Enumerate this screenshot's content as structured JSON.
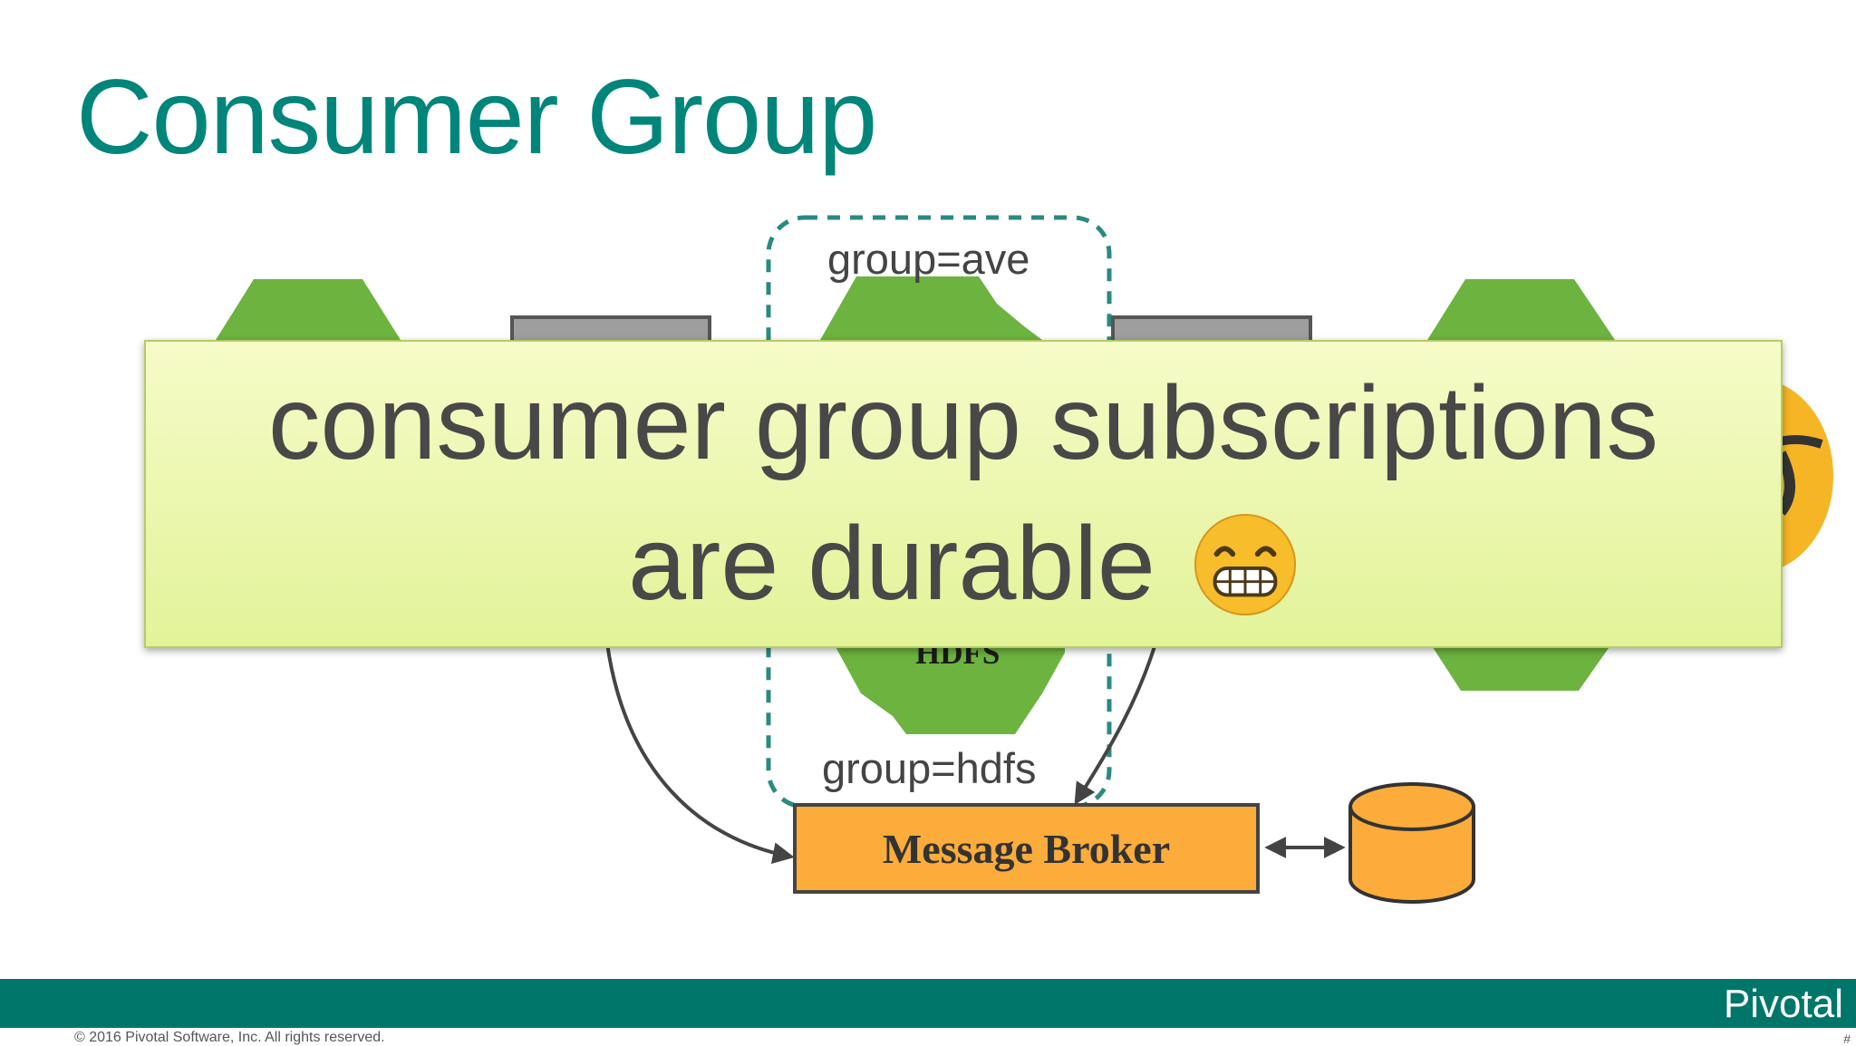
{
  "slide": {
    "title": "Consumer Group"
  },
  "diagram": {
    "group_top_label": "group=ave",
    "group_bottom_label": "group=hdfs",
    "hdfs_label": "HDFS",
    "broker_label": "Message Broker",
    "colors": {
      "green": "#6db33f",
      "orange": "#fbac3b",
      "teal": "#00857a",
      "gray": "#9e9e9e"
    },
    "icons": [
      "hexagon-icon",
      "database-cylinder-icon",
      "arrow-icon",
      "nerd-face-icon"
    ]
  },
  "overlay": {
    "line1": "consumer group subscriptions",
    "line2": "are durable",
    "emoji": "grinning-face-icon"
  },
  "footer": {
    "brand": "Pivotal",
    "copyright": "© 2016 Pivotal Software, Inc.  All rights reserved.",
    "page_mark": "#"
  }
}
